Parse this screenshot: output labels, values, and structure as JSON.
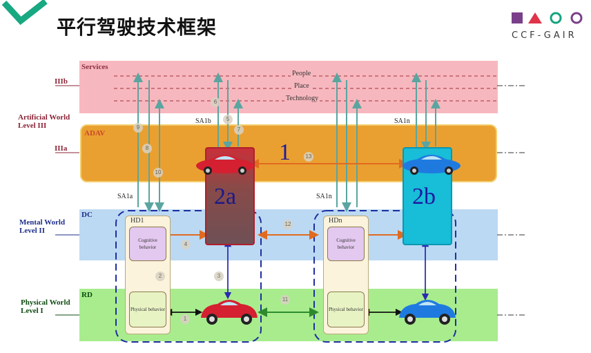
{
  "title": "平行驾驶技术框架",
  "logo": {
    "text": "CCF-GAIR",
    "colors": [
      "#7a3f8a",
      "#e0344a",
      "#15a37f",
      "#7a3f8a"
    ]
  },
  "bands": {
    "services": {
      "label": "Services",
      "color": "#f7b7be"
    },
    "adav": {
      "label": "ADAV",
      "color": "#eaa030"
    },
    "dc": {
      "label": "DC",
      "color": "#bcd9f3"
    },
    "rd": {
      "label": "RD",
      "color": "#a8ec8e"
    }
  },
  "service_lines": [
    "People",
    "Place",
    "Technology"
  ],
  "levels": {
    "iiib": "IIIb",
    "iiia": "IIIa",
    "artificial_1": "Artificial World",
    "artificial_2": "Level III",
    "mental_1": "Mental World",
    "mental_2": "Level II",
    "physical_1": "Physical World",
    "physical_2": "Level I"
  },
  "labels": {
    "sa1b": "SA1b",
    "sa1n_top": "SA1n",
    "sa1a": "SA1a",
    "sa1n_mid": "SA1n",
    "hd1": "HD1",
    "hdn": "HDn",
    "big_1": "1",
    "big_2a": "2a",
    "big_2b": "2b",
    "cognitive_1": "Cognitive behavior",
    "physical_1": "Physical behavior",
    "cognitive_n": "Cognitive behavior",
    "physical_n": "Physical behavior"
  },
  "nodes": [
    "1",
    "2",
    "3",
    "4",
    "5",
    "6",
    "7",
    "8",
    "9",
    "10",
    "11",
    "12",
    "13"
  ]
}
